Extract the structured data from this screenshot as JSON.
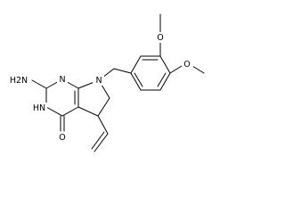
{
  "atoms": {
    "amino": "H2N",
    "n_ring_top": "N",
    "n_ring_nh": "HN",
    "n_pyrrole": "N",
    "carbonyl_o": "O",
    "ome_top_o": "O",
    "ome_right_o": "O"
  },
  "colors": {
    "bond": "#000000",
    "text": "#000000",
    "background": "#ffffff"
  }
}
